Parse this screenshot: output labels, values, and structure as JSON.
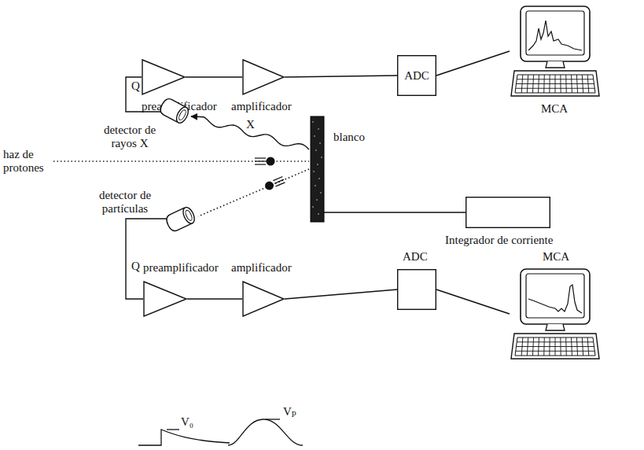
{
  "diagram": {
    "nodes": [
      {
        "text": [
          "preamplificador"
        ]
      },
      {
        "text": [
          "amplificador"
        ]
      },
      {
        "text": [
          "ADC"
        ]
      },
      {
        "text": [
          "MCA"
        ]
      },
      {
        "text": [
          "detector de rayos X"
        ]
      },
      {
        "text": [
          "blanco"
        ]
      },
      {
        "text": [
          "Integrador de corriente"
        ]
      },
      {
        "text": [
          "detector de partículas"
        ]
      },
      {
        "text": [
          "preamplificador"
        ]
      },
      {
        "text": [
          "amplificador"
        ]
      },
      {
        "text": [
          "ADC"
        ]
      },
      {
        "text": [
          "MCA"
        ]
      }
    ],
    "edges": [
      {
        "from": 4,
        "to": 0,
        "label": "Q",
        "arrow": "none"
      },
      {
        "from": 0,
        "to": 1,
        "arrow": "none"
      },
      {
        "from": 1,
        "to": 2,
        "arrow": "none"
      },
      {
        "from": 2,
        "to": 3,
        "arrow": "none"
      },
      {
        "from": 5,
        "to": 4,
        "label": "X",
        "arrow": "to"
      },
      {
        "from": 5,
        "to": 7,
        "arrow": "none"
      },
      {
        "from": 5,
        "to": 6,
        "arrow": "none"
      },
      {
        "from": 7,
        "to": 8,
        "label": "Q",
        "arrow": "none"
      },
      {
        "from": 8,
        "to": 9,
        "arrow": "none"
      },
      {
        "from": 9,
        "to": 10,
        "arrow": "none"
      },
      {
        "from": 10,
        "to": 11,
        "arrow": "none"
      }
    ],
    "labels": [
      "haz de protones",
      "V₀",
      "Vₚ"
    ]
  }
}
